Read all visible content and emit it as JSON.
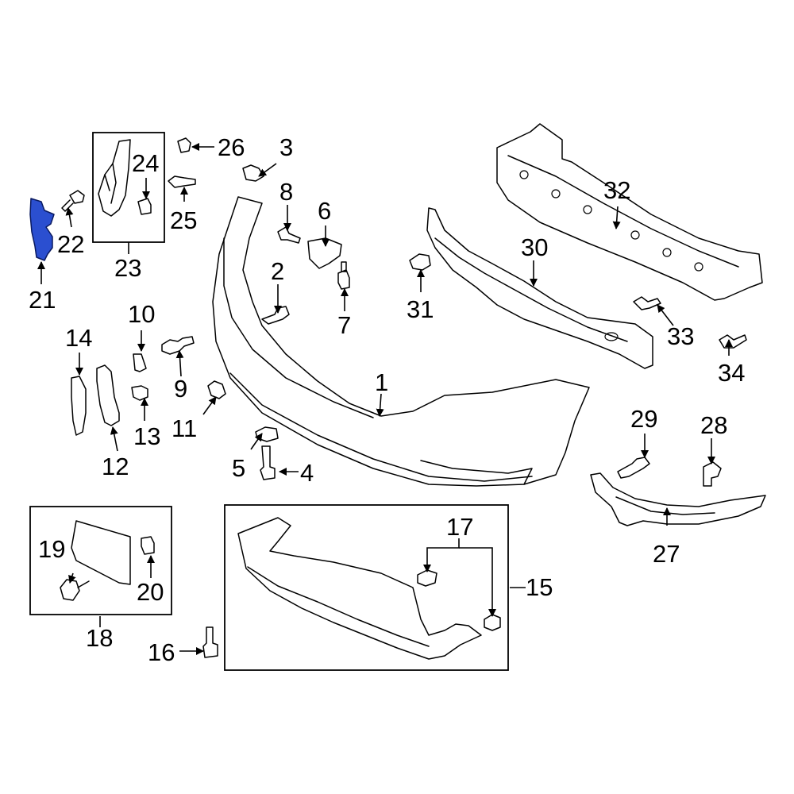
{
  "diagram": {
    "highlight_color": "#2b4fd0",
    "callouts": [
      {
        "id": "c1",
        "text": "1"
      },
      {
        "id": "c2",
        "text": "2"
      },
      {
        "id": "c3",
        "text": "3"
      },
      {
        "id": "c4",
        "text": "4"
      },
      {
        "id": "c5",
        "text": "5"
      },
      {
        "id": "c6",
        "text": "6"
      },
      {
        "id": "c7",
        "text": "7"
      },
      {
        "id": "c8",
        "text": "8"
      },
      {
        "id": "c9",
        "text": "9"
      },
      {
        "id": "c10",
        "text": "10"
      },
      {
        "id": "c11",
        "text": "11"
      },
      {
        "id": "c12",
        "text": "12"
      },
      {
        "id": "c13",
        "text": "13"
      },
      {
        "id": "c14",
        "text": "14"
      },
      {
        "id": "c15",
        "text": "15"
      },
      {
        "id": "c16",
        "text": "16"
      },
      {
        "id": "c17",
        "text": "17"
      },
      {
        "id": "c18",
        "text": "18"
      },
      {
        "id": "c19",
        "text": "19"
      },
      {
        "id": "c20",
        "text": "20"
      },
      {
        "id": "c21",
        "text": "21"
      },
      {
        "id": "c22",
        "text": "22"
      },
      {
        "id": "c23",
        "text": "23"
      },
      {
        "id": "c24",
        "text": "24"
      },
      {
        "id": "c25",
        "text": "25"
      },
      {
        "id": "c26",
        "text": "26"
      },
      {
        "id": "c27",
        "text": "27"
      },
      {
        "id": "c28",
        "text": "28"
      },
      {
        "id": "c29",
        "text": "29"
      },
      {
        "id": "c30",
        "text": "30"
      },
      {
        "id": "c31",
        "text": "31"
      },
      {
        "id": "c32",
        "text": "32"
      },
      {
        "id": "c33",
        "text": "33"
      },
      {
        "id": "c34",
        "text": "34"
      }
    ]
  }
}
